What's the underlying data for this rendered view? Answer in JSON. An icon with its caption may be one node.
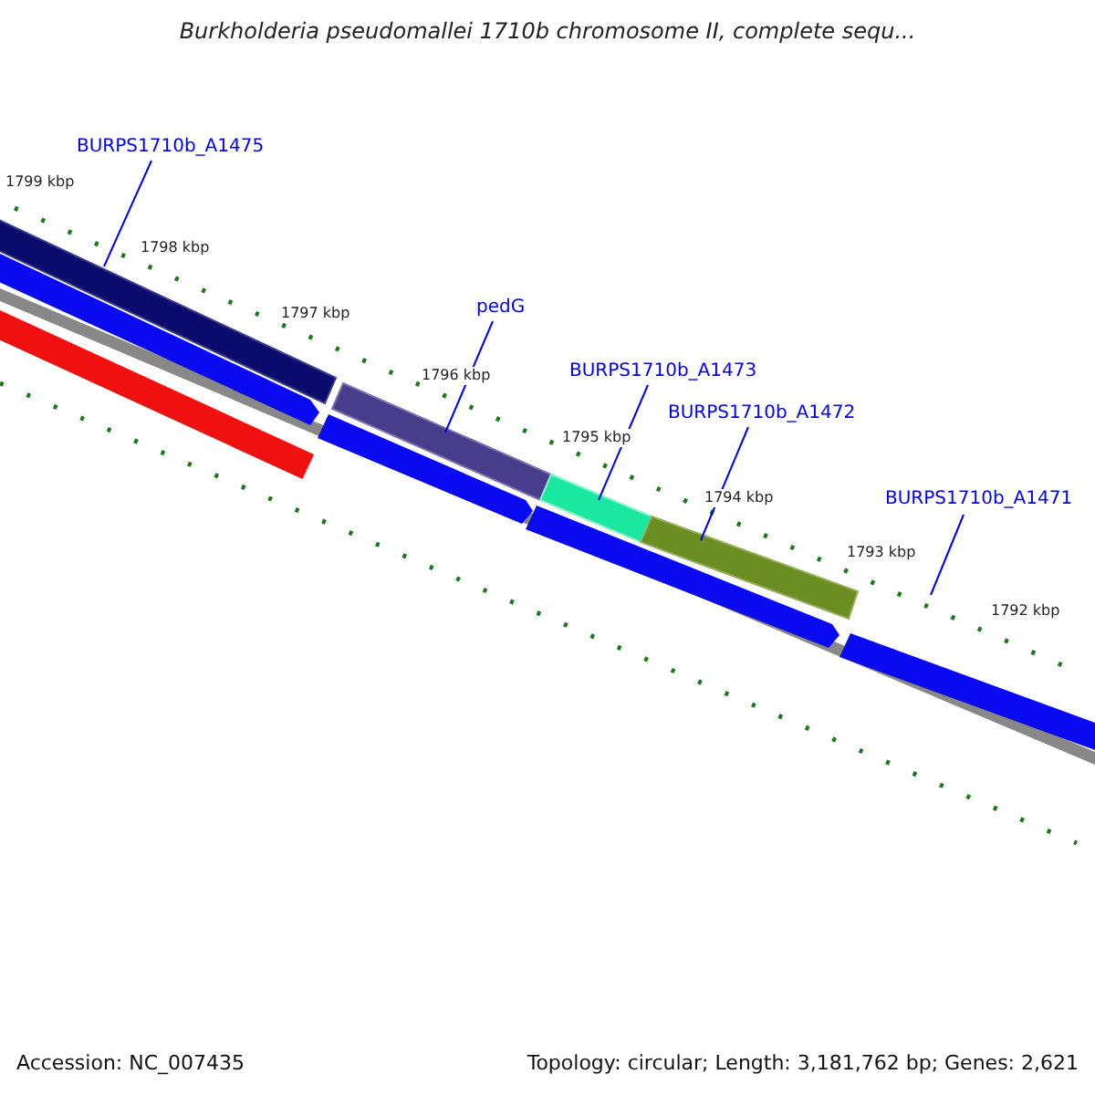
{
  "diagram": {
    "title": "Burkholderia pseudomallei 1710b chromosome II, complete sequ...",
    "nodes": [
      {
        "text": [
          "BURPS1710b_A1475"
        ]
      },
      {
        "text": [],
        "shape": "bar"
      },
      {
        "text": [
          "pedG"
        ]
      },
      {
        "text": [],
        "shape": "bar"
      },
      {
        "text": [
          "BURPS1710b_A1473"
        ]
      },
      {
        "text": [],
        "shape": "bar"
      },
      {
        "text": [
          "BURPS1710b_A1472"
        ]
      },
      {
        "text": [],
        "shape": "bar"
      },
      {
        "text": [
          "BURPS1710b_A1471"
        ]
      },
      {
        "text": [],
        "shape": "bar"
      },
      {
        "text": [],
        "shape": "bar"
      },
      {
        "text": [],
        "shape": "bar"
      },
      {
        "text": [],
        "shape": "bar"
      },
      {
        "text": [],
        "shape": "bar"
      }
    ],
    "edges": [
      {
        "from": 0,
        "to": 1,
        "arrow": "none"
      },
      {
        "from": 2,
        "to": 3,
        "arrow": "none"
      },
      {
        "from": 4,
        "to": 5,
        "arrow": "none"
      },
      {
        "from": 6,
        "to": 7,
        "arrow": "none"
      },
      {
        "from": 8,
        "to": null,
        "arrow": "none"
      }
    ],
    "labels": [
      "1799 kbp",
      "1798 kbp",
      "1797 kbp",
      "1796 kbp",
      "1795 kbp",
      "1794 kbp",
      "1793 kbp",
      "1792 kbp",
      "Accession: NC_007435",
      "Topology: circular; Length: 3,181,762 bp; Genes: 2,621"
    ]
  }
}
